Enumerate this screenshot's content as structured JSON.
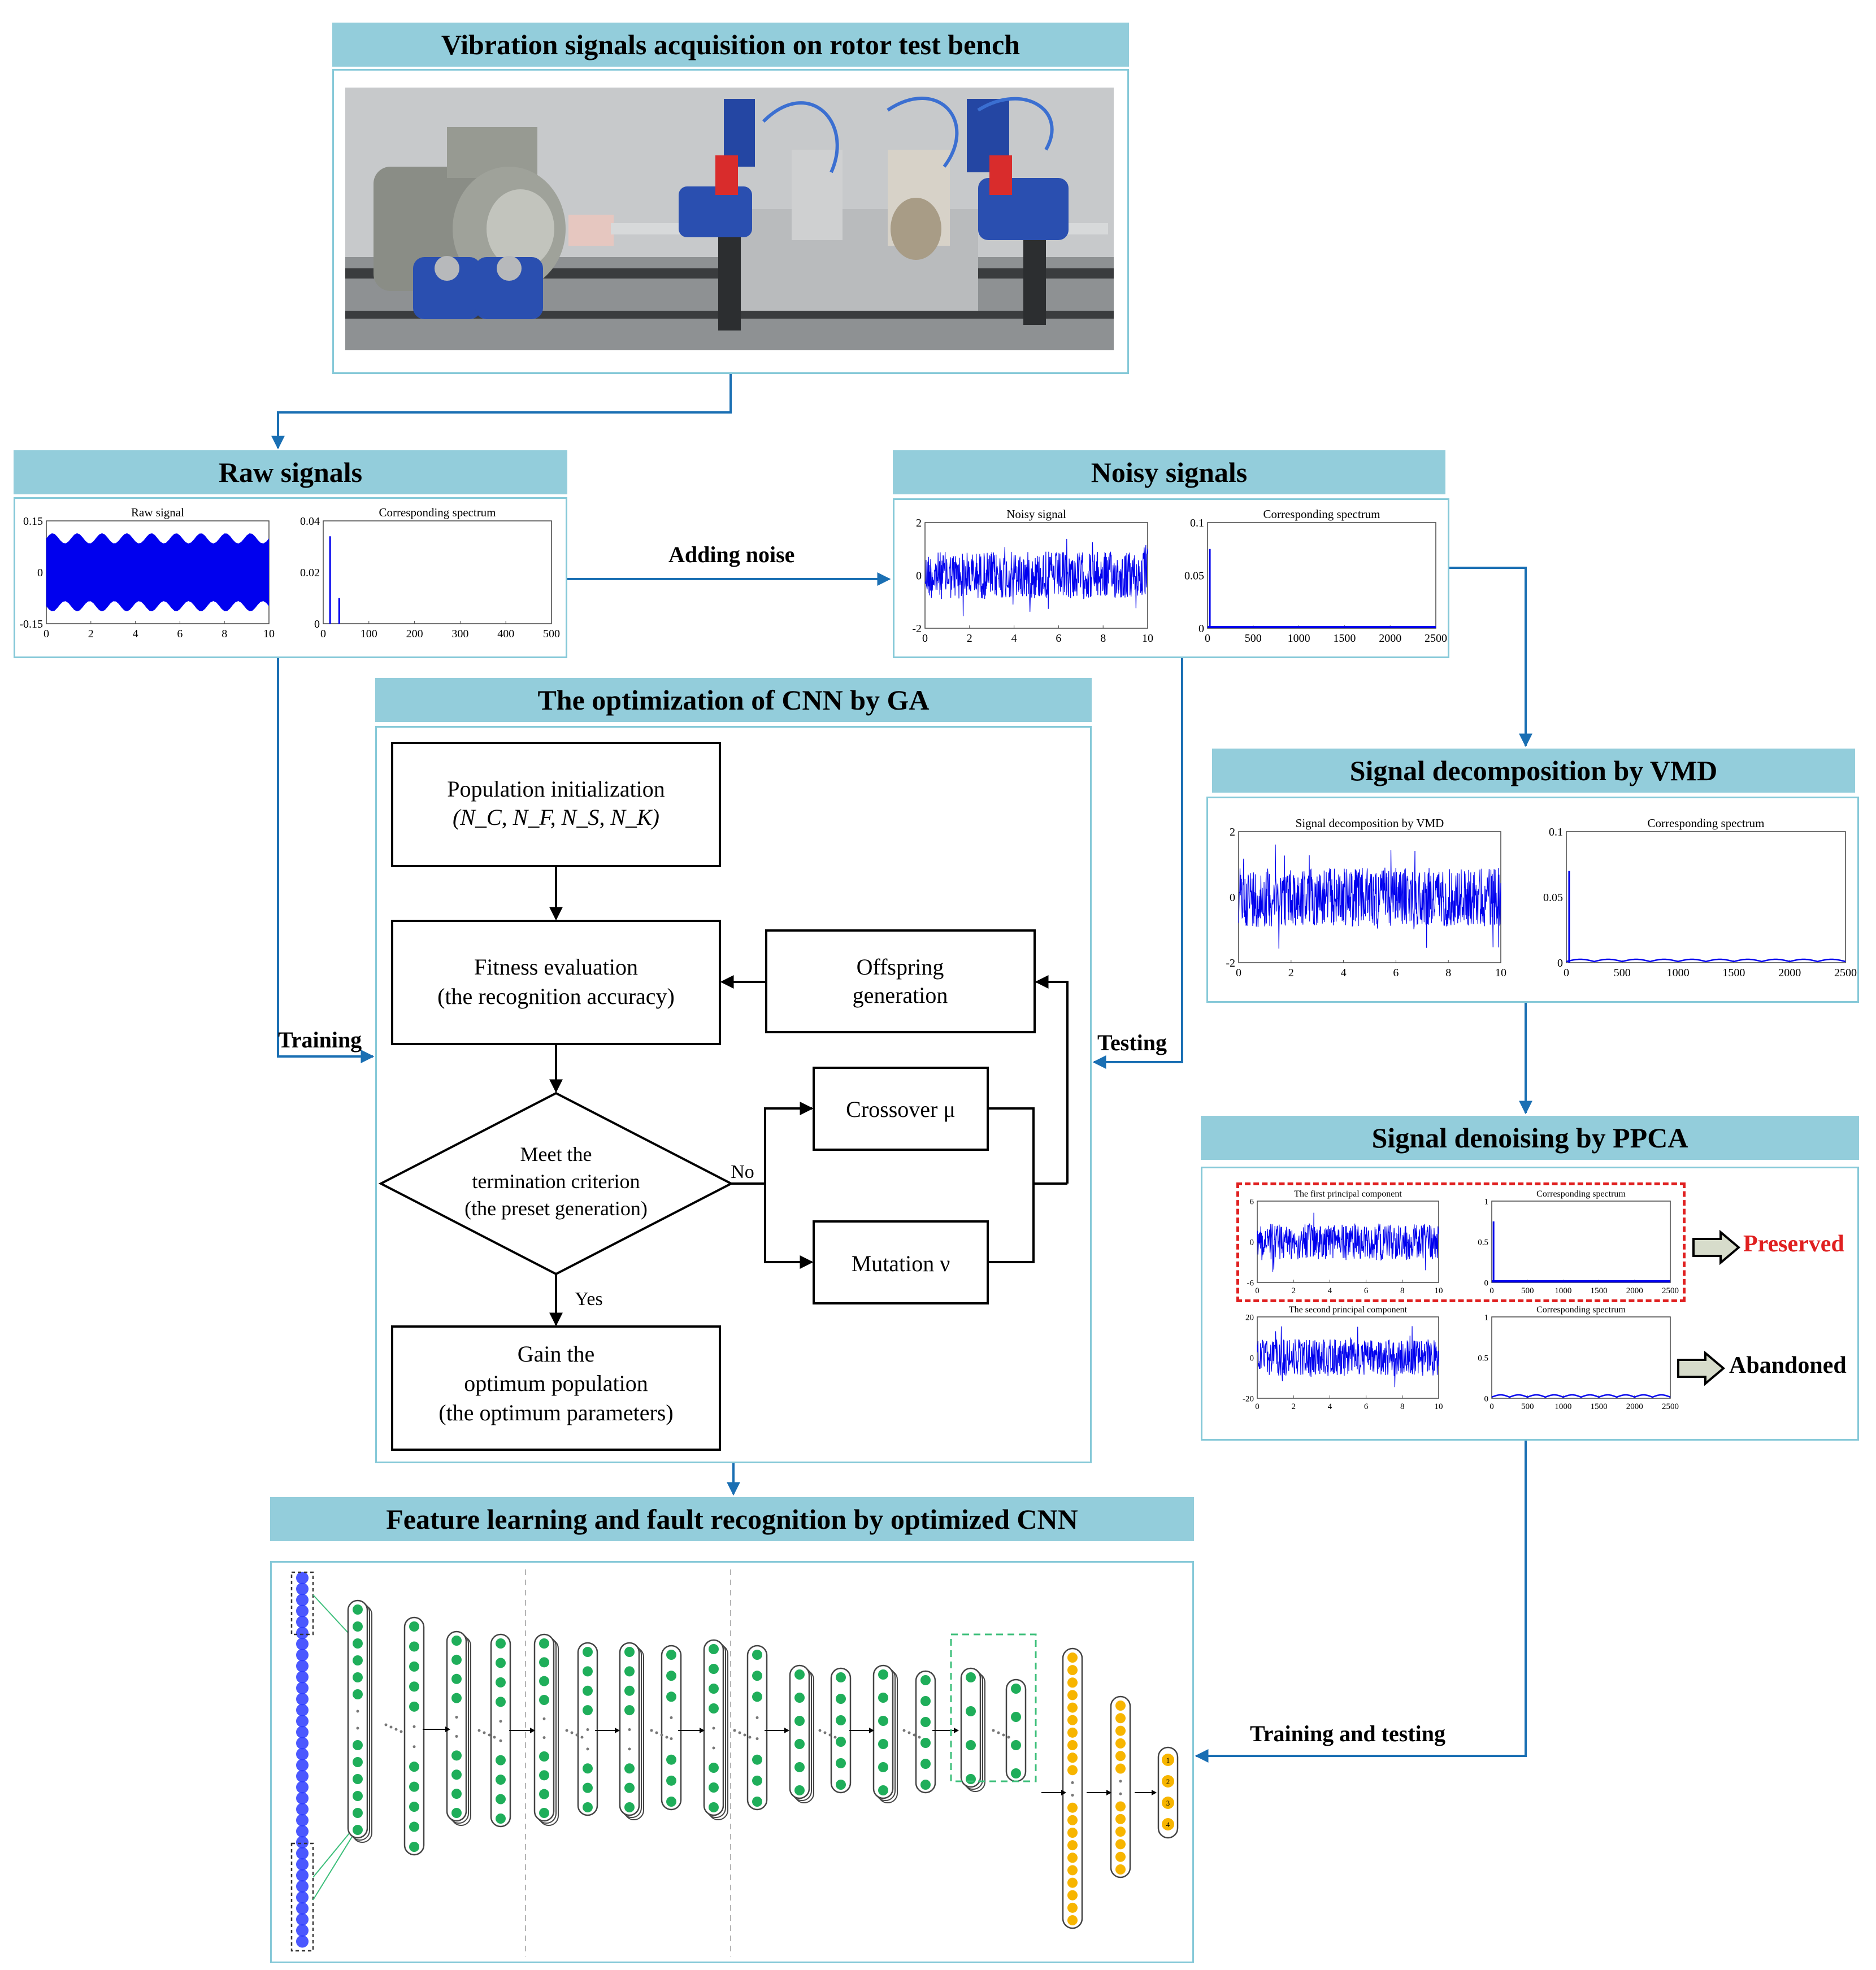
{
  "headers": {
    "acquisition": "Vibration signals acquisition on rotor test bench",
    "raw": "Raw signals",
    "noisy": "Noisy signals",
    "ga": "The optimization of CNN by GA",
    "vmd": "Signal decomposition by VMD",
    "ppca": "Signal denoising by PPCA",
    "cnn": "Feature learning and fault recognition by optimized CNN"
  },
  "arrow_labels": {
    "adding_noise": "Adding noise",
    "training": "Training",
    "testing": "Testing",
    "training_and_testing": "Training and testing"
  },
  "plots": {
    "raw_signal": {
      "title": "Raw signal",
      "yticks": [
        "0.15",
        "0",
        "-0.15"
      ],
      "xticks": [
        "0",
        "2",
        "4",
        "6",
        "8",
        "10"
      ]
    },
    "raw_spectrum": {
      "title": "Corresponding spectrum",
      "yticks": [
        "0.04",
        "0.02",
        "0"
      ],
      "xticks": [
        "0",
        "100",
        "200",
        "300",
        "400",
        "500"
      ]
    },
    "noisy_signal": {
      "title": "Noisy signal",
      "yticks": [
        "2",
        "0",
        "-2"
      ],
      "xticks": [
        "0",
        "2",
        "4",
        "6",
        "8",
        "10"
      ]
    },
    "noisy_spectrum": {
      "title": "Corresponding spectrum",
      "yticks": [
        "0.1",
        "0.05",
        "0"
      ],
      "xticks": [
        "0",
        "500",
        "1000",
        "1500",
        "2000",
        "2500"
      ]
    },
    "vmd_signal": {
      "title": "Signal decomposition by VMD",
      "yticks": [
        "2",
        "0",
        "-2"
      ],
      "xticks": [
        "0",
        "2",
        "4",
        "6",
        "8",
        "10"
      ]
    },
    "vmd_spectrum": {
      "title": "Corresponding spectrum",
      "yticks": [
        "0.1",
        "0.05",
        "0"
      ],
      "xticks": [
        "0",
        "500",
        "1000",
        "1500",
        "2000",
        "2500"
      ]
    },
    "pc1_signal": {
      "title": "The first principal component",
      "yticks": [
        "6",
        "0",
        "-6"
      ],
      "xticks": [
        "0",
        "2",
        "4",
        "6",
        "8",
        "10"
      ]
    },
    "pc1_spectrum": {
      "title": "Corresponding spectrum",
      "yticks": [
        "1",
        "0.5",
        "0"
      ],
      "xticks": [
        "0",
        "500",
        "1000",
        "1500",
        "2000",
        "2500"
      ]
    },
    "pc2_signal": {
      "title": "The second principal component",
      "yticks": [
        "20",
        "0",
        "-20"
      ],
      "xticks": [
        "0",
        "2",
        "4",
        "6",
        "8",
        "10"
      ]
    },
    "pc2_spectrum": {
      "title": "Corresponding spectrum",
      "yticks": [
        "1",
        "0.5",
        "0"
      ],
      "xticks": [
        "0",
        "500",
        "1000",
        "1500",
        "2000",
        "2500"
      ]
    }
  },
  "ppca": {
    "preserved": "Preserved",
    "abandoned": "Abandoned"
  },
  "flowchart": {
    "init_line1": "Population initialization",
    "init_line2": "(N_C, N_F, N_S, N_K)",
    "fitness_line1": "Fitness evaluation",
    "fitness_line2": "(the recognition accuracy)",
    "offspring_line1": "Offspring",
    "offspring_line2": "generation",
    "criterion_line1": "Meet the",
    "criterion_line2": "termination criterion",
    "criterion_line3": "(the preset generation)",
    "crossover": "Crossover μ",
    "mutation": "Mutation ν",
    "no": "No",
    "yes": "Yes",
    "gain_line1": "Gain the",
    "gain_line2": "optimum population",
    "gain_line3": "(the optimum parameters)"
  },
  "cnn_outputs": [
    "1",
    "2",
    "3",
    "4"
  ],
  "colors": {
    "header_bg": "#93cddb",
    "panel_border": "#86c9d8",
    "arrow": "#1a6fb3",
    "signal_blue": "#0000ee",
    "neuron_green": "#1fae5a",
    "neuron_orange": "#f7b500",
    "preserved_red": "#e02020",
    "dash_green": "#3cbf7a"
  }
}
